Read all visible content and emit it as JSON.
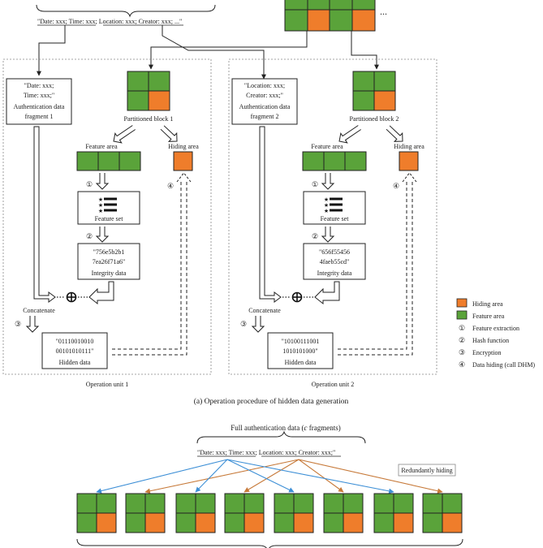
{
  "colors": {
    "green": "#5aa33a",
    "orange": "#ef7d2b",
    "blue": "#3d8fd6",
    "brown": "#c77a3a",
    "line": "#222222"
  },
  "top": {
    "auth_text": "\"Date: xxx; Time: xxx;    Location: xxx; Creator: xxx;    ...\"",
    "ellipsis": "..."
  },
  "units": [
    {
      "fragment_lines": [
        "\"Date: xxx;",
        "Time: xxx;\"",
        "Authentication data",
        "fragment 1"
      ],
      "block_label": "Partitioned block 1",
      "feature_area": "Feature area",
      "hiding_area": "Hiding area",
      "feature_set": "Feature set",
      "integrity_lines": [
        "\"756e5b2b1",
        "7ea26f71a6\"",
        "Integrity data"
      ],
      "concatenate": "Concatenate",
      "hidden_lines": [
        "\"01110010010",
        "00101010111\"",
        "Hidden data"
      ],
      "unit_label": "Operation unit 1",
      "steps": [
        "①",
        "②",
        "③",
        "④"
      ]
    },
    {
      "fragment_lines": [
        "\"Location: xxx;",
        "Creator: xxx;\"",
        "Authentication data",
        "fragment 2"
      ],
      "block_label": "Partitioned block 2",
      "feature_area": "Feature area",
      "hiding_area": "Hiding area",
      "feature_set": "Feature set",
      "integrity_lines": [
        "\"656f55456",
        "4faeb55cd\"",
        "Integrity data"
      ],
      "concatenate": "Concatenate",
      "hidden_lines": [
        "\"10100111001",
        "1010101000\"",
        "Hidden data"
      ],
      "unit_label": "Operation unit 2",
      "steps": [
        "①",
        "②",
        "③",
        "④"
      ]
    }
  ],
  "legend": [
    {
      "kind": "orange",
      "label": "Hiding area"
    },
    {
      "kind": "green",
      "label": "Feature area"
    },
    {
      "kind": "num",
      "sym": "①",
      "label": "Feature extraction"
    },
    {
      "kind": "num",
      "sym": "②",
      "label": "Hash function"
    },
    {
      "kind": "num",
      "sym": "③",
      "label": "Encryption"
    },
    {
      "kind": "num",
      "sym": "④",
      "label": "Data hiding (call DHM)"
    }
  ],
  "caption_a": "(a) Operation procedure of hidden data generation",
  "bottom": {
    "title_prefix": "Full authentication data (",
    "title_var": "c",
    "title_suffix": " fragments)",
    "auth_text": "\"Date: xxx; Time: xxx;    Location: xxx; Creator: xxx;\"",
    "redundant": "Redundantly hiding"
  }
}
